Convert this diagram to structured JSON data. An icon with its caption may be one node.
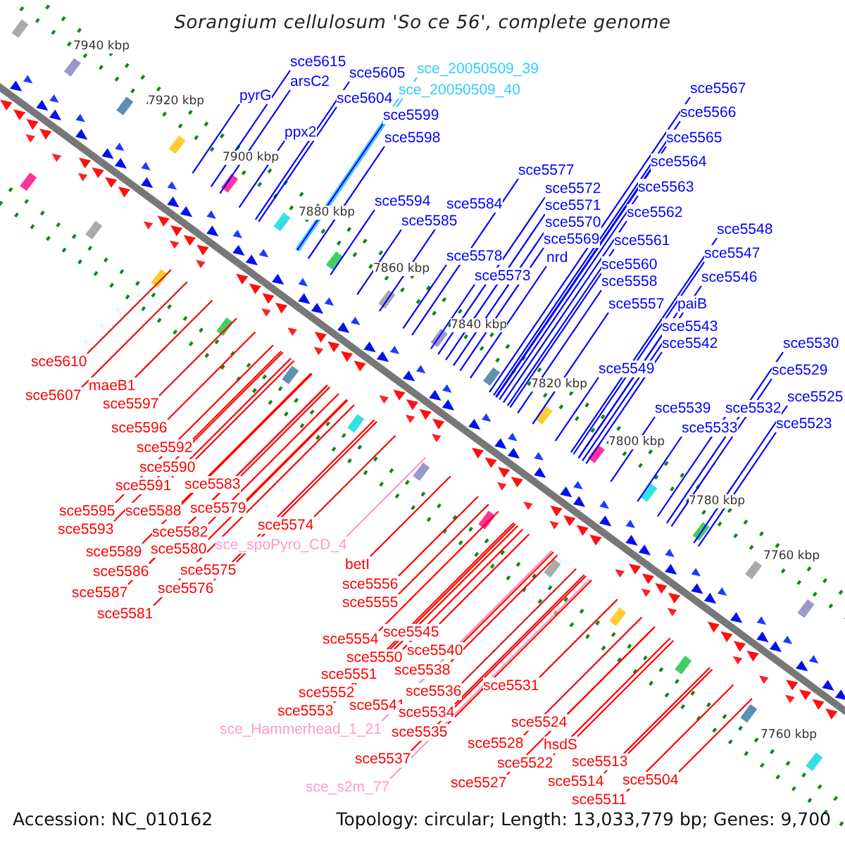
{
  "diagram": {
    "title": "Sorangium cellulosum 'So ce 56', complete genome",
    "nodes": [
      {
        "text": [
          "sce5615"
        ]
      },
      {
        "text": [
          "arsC2"
        ]
      },
      {
        "text": [
          "pyrG"
        ]
      },
      {
        "text": [
          "sce5605"
        ]
      },
      {
        "text": [
          "sce5604"
        ]
      },
      {
        "text": [
          "ppx2"
        ]
      },
      {
        "text": [
          "sce_20050509_39"
        ]
      },
      {
        "text": [
          "sce_20050509_40"
        ]
      },
      {
        "text": [
          "sce5599"
        ]
      },
      {
        "text": [
          "sce5598"
        ]
      },
      {
        "text": [
          "sce5594"
        ]
      },
      {
        "text": [
          "sce5585"
        ]
      },
      {
        "text": [
          "sce5584"
        ]
      },
      {
        "text": [
          "sce5577"
        ]
      },
      {
        "text": [
          "sce5572"
        ]
      },
      {
        "text": [
          "sce5571"
        ]
      },
      {
        "text": [
          "sce5570"
        ]
      },
      {
        "text": [
          "sce5569"
        ]
      },
      {
        "text": [
          "nrd"
        ]
      },
      {
        "text": [
          "sce5578"
        ]
      },
      {
        "text": [
          "sce5573"
        ]
      },
      {
        "text": [
          "sce5567"
        ]
      },
      {
        "text": [
          "sce5566"
        ]
      },
      {
        "text": [
          "sce5565"
        ]
      },
      {
        "text": [
          "sce5564"
        ]
      },
      {
        "text": [
          "sce5563"
        ]
      },
      {
        "text": [
          "sce5562"
        ]
      },
      {
        "text": [
          "sce5561"
        ]
      },
      {
        "text": [
          "sce5560"
        ]
      },
      {
        "text": [
          "sce5558"
        ]
      },
      {
        "text": [
          "sce5557"
        ]
      },
      {
        "text": [
          "paiB"
        ]
      },
      {
        "text": [
          "sce5548"
        ]
      },
      {
        "text": [
          "sce5547"
        ]
      },
      {
        "text": [
          "sce5546"
        ]
      },
      {
        "text": [
          "sce5543"
        ]
      },
      {
        "text": [
          "sce5542"
        ]
      },
      {
        "text": [
          "sce5549"
        ]
      },
      {
        "text": [
          "sce5539"
        ]
      },
      {
        "text": [
          "sce5532"
        ]
      },
      {
        "text": [
          "sce5533"
        ]
      },
      {
        "text": [
          "sce5530"
        ]
      },
      {
        "text": [
          "sce5529"
        ]
      },
      {
        "text": [
          "sce5525"
        ]
      },
      {
        "text": [
          "sce5523"
        ]
      },
      {
        "text": [
          "sce5610"
        ]
      },
      {
        "text": [
          "sce5607"
        ]
      },
      {
        "text": [
          "maeB1"
        ]
      },
      {
        "text": [
          "sce5597"
        ]
      },
      {
        "text": [
          "sce5596"
        ]
      },
      {
        "text": [
          "sce5592"
        ]
      },
      {
        "text": [
          "sce5590"
        ]
      },
      {
        "text": [
          "sce5591"
        ]
      },
      {
        "text": [
          "sce5583"
        ]
      },
      {
        "text": [
          "sce5595"
        ]
      },
      {
        "text": [
          "sce5588"
        ]
      },
      {
        "text": [
          "sce5579"
        ]
      },
      {
        "text": [
          "sce5593"
        ]
      },
      {
        "text": [
          "sce5582"
        ]
      },
      {
        "text": [
          "sce5574"
        ]
      },
      {
        "text": [
          "sce_spoPyro_CD_4"
        ]
      },
      {
        "text": [
          "sce5589"
        ]
      },
      {
        "text": [
          "sce5580"
        ]
      },
      {
        "text": [
          "betI"
        ]
      },
      {
        "text": [
          "sce5586"
        ]
      },
      {
        "text": [
          "sce5575"
        ]
      },
      {
        "text": [
          "sce5587"
        ]
      },
      {
        "text": [
          "sce5576"
        ]
      },
      {
        "text": [
          "sce5581"
        ]
      },
      {
        "text": [
          "sce5556"
        ]
      },
      {
        "text": [
          "sce5555"
        ]
      },
      {
        "text": [
          "sce5545"
        ]
      },
      {
        "text": [
          "sce5554"
        ]
      },
      {
        "text": [
          "sce5540"
        ]
      },
      {
        "text": [
          "sce5550"
        ]
      },
      {
        "text": [
          "sce5538"
        ]
      },
      {
        "text": [
          "sce5551"
        ]
      },
      {
        "text": [
          "sce5536"
        ]
      },
      {
        "text": [
          "sce5531"
        ]
      },
      {
        "text": [
          "sce5552"
        ]
      },
      {
        "text": [
          "sce5541"
        ]
      },
      {
        "text": [
          "sce5534"
        ]
      },
      {
        "text": [
          "sce5553"
        ]
      },
      {
        "text": [
          "sce5535"
        ]
      },
      {
        "text": [
          "sce5524"
        ]
      },
      {
        "text": [
          "sce_Hammerhead_1_21"
        ]
      },
      {
        "text": [
          "sce5528"
        ]
      },
      {
        "text": [
          "hsdS"
        ]
      },
      {
        "text": [
          "sce5537"
        ]
      },
      {
        "text": [
          "sce5522"
        ]
      },
      {
        "text": [
          "sce5513"
        ]
      },
      {
        "text": [
          "sce5527"
        ]
      },
      {
        "text": [
          "sce5514"
        ]
      },
      {
        "text": [
          "sce5504"
        ]
      },
      {
        "text": [
          "sce_s2m_77"
        ]
      },
      {
        "text": [
          "sce5511"
        ]
      }
    ],
    "edges": [
      {
        "from": 0,
        "to": null,
        "arrow": "none",
        "color": "#0000ff"
      },
      {
        "from": 1,
        "to": null,
        "arrow": "none",
        "color": "#0000ff"
      },
      {
        "from": 2,
        "to": null,
        "arrow": "none",
        "color": "#0000ff"
      },
      {
        "from": 3,
        "to": null,
        "arrow": "none",
        "color": "#0000ff"
      },
      {
        "from": 4,
        "to": null,
        "arrow": "none",
        "color": "#0000ff"
      },
      {
        "from": 5,
        "to": null,
        "arrow": "none",
        "color": "#0000ff"
      },
      {
        "from": 6,
        "to": null,
        "arrow": "none",
        "color": "#33ccff"
      },
      {
        "from": 7,
        "to": null,
        "arrow": "none",
        "color": "#33ccff"
      },
      {
        "from": 8,
        "to": null,
        "arrow": "none",
        "color": "#0000ff"
      },
      {
        "from": 9,
        "to": null,
        "arrow": "none",
        "color": "#0000ff"
      },
      {
        "from": 10,
        "to": null,
        "arrow": "none",
        "color": "#0000ff"
      },
      {
        "from": 11,
        "to": null,
        "arrow": "none",
        "color": "#0000ff"
      },
      {
        "from": 12,
        "to": null,
        "arrow": "none",
        "color": "#0000ff"
      },
      {
        "from": 13,
        "to": null,
        "arrow": "none",
        "color": "#0000ff"
      },
      {
        "from": 14,
        "to": null,
        "arrow": "none",
        "color": "#0000ff"
      },
      {
        "from": 15,
        "to": null,
        "arrow": "none",
        "color": "#0000ff"
      },
      {
        "from": 16,
        "to": null,
        "arrow": "none",
        "color": "#0000ff"
      },
      {
        "from": 17,
        "to": null,
        "arrow": "none",
        "color": "#0000ff"
      },
      {
        "from": 18,
        "to": null,
        "arrow": "none",
        "color": "#0000ff"
      },
      {
        "from": 19,
        "to": null,
        "arrow": "none",
        "color": "#0000ff"
      },
      {
        "from": 20,
        "to": null,
        "arrow": "none",
        "color": "#0000ff"
      },
      {
        "from": 21,
        "to": null,
        "arrow": "none",
        "color": "#0000ff"
      },
      {
        "from": 22,
        "to": null,
        "arrow": "none",
        "color": "#0000ff"
      },
      {
        "from": 23,
        "to": null,
        "arrow": "none",
        "color": "#0000ff"
      },
      {
        "from": 24,
        "to": null,
        "arrow": "none",
        "color": "#0000ff"
      },
      {
        "from": 25,
        "to": null,
        "arrow": "none",
        "color": "#0000ff"
      },
      {
        "from": 26,
        "to": null,
        "arrow": "none",
        "color": "#0000ff"
      },
      {
        "from": 27,
        "to": null,
        "arrow": "none",
        "color": "#0000ff"
      },
      {
        "from": 28,
        "to": null,
        "arrow": "none",
        "color": "#0000ff"
      },
      {
        "from": 29,
        "to": null,
        "arrow": "none",
        "color": "#0000ff"
      },
      {
        "from": 30,
        "to": null,
        "arrow": "none",
        "color": "#0000ff"
      },
      {
        "from": 31,
        "to": null,
        "arrow": "none",
        "color": "#0000ff"
      },
      {
        "from": 32,
        "to": null,
        "arrow": "none",
        "color": "#0000ff"
      },
      {
        "from": 33,
        "to": null,
        "arrow": "none",
        "color": "#0000ff"
      },
      {
        "from": 34,
        "to": null,
        "arrow": "none",
        "color": "#0000ff"
      },
      {
        "from": 35,
        "to": null,
        "arrow": "none",
        "color": "#0000ff"
      },
      {
        "from": 36,
        "to": null,
        "arrow": "none",
        "color": "#0000ff"
      },
      {
        "from": 37,
        "to": null,
        "arrow": "none",
        "color": "#0000ff"
      },
      {
        "from": 38,
        "to": null,
        "arrow": "none",
        "color": "#0000ff"
      },
      {
        "from": 39,
        "to": null,
        "arrow": "none",
        "color": "#0000ff"
      },
      {
        "from": 40,
        "to": null,
        "arrow": "none",
        "color": "#0000ff"
      },
      {
        "from": 41,
        "to": null,
        "arrow": "none",
        "color": "#0000ff"
      },
      {
        "from": 42,
        "to": null,
        "arrow": "none",
        "color": "#0000ff"
      },
      {
        "from": 43,
        "to": null,
        "arrow": "none",
        "color": "#0000ff"
      },
      {
        "from": 44,
        "to": null,
        "arrow": "none",
        "color": "#0000ff"
      },
      {
        "from": 45,
        "to": null,
        "arrow": "none"
      },
      {
        "from": 46,
        "to": null,
        "arrow": "none"
      },
      {
        "from": 47,
        "to": null,
        "arrow": "none"
      },
      {
        "from": 48,
        "to": null,
        "arrow": "none"
      },
      {
        "from": 49,
        "to": null,
        "arrow": "none"
      },
      {
        "from": 50,
        "to": null,
        "arrow": "none"
      },
      {
        "from": 51,
        "to": null,
        "arrow": "none"
      },
      {
        "from": 52,
        "to": null,
        "arrow": "none"
      },
      {
        "from": 53,
        "to": null,
        "arrow": "none"
      },
      {
        "from": 54,
        "to": null,
        "arrow": "none"
      },
      {
        "from": 55,
        "to": null,
        "arrow": "none"
      },
      {
        "from": 56,
        "to": null,
        "arrow": "none"
      },
      {
        "from": 57,
        "to": null,
        "arrow": "none"
      },
      {
        "from": 58,
        "to": null,
        "arrow": "none"
      },
      {
        "from": 59,
        "to": null,
        "arrow": "none"
      },
      {
        "from": 60,
        "to": null,
        "arrow": "none",
        "color": "#ff99cc"
      },
      {
        "from": 61,
        "to": null,
        "arrow": "none"
      },
      {
        "from": 62,
        "to": null,
        "arrow": "none"
      },
      {
        "from": 63,
        "to": null,
        "arrow": "none"
      },
      {
        "from": 64,
        "to": null,
        "arrow": "none"
      },
      {
        "from": 65,
        "to": null,
        "arrow": "none"
      },
      {
        "from": 66,
        "to": null,
        "arrow": "none"
      },
      {
        "from": 67,
        "to": null,
        "arrow": "none"
      },
      {
        "from": 68,
        "to": null,
        "arrow": "none"
      },
      {
        "from": 69,
        "to": null,
        "arrow": "none"
      },
      {
        "from": 70,
        "to": null,
        "arrow": "none"
      },
      {
        "from": 71,
        "to": null,
        "arrow": "none"
      },
      {
        "from": 72,
        "to": null,
        "arrow": "none"
      },
      {
        "from": 73,
        "to": null,
        "arrow": "none"
      },
      {
        "from": 74,
        "to": null,
        "arrow": "none"
      },
      {
        "from": 75,
        "to": null,
        "arrow": "none"
      },
      {
        "from": 76,
        "to": null,
        "arrow": "none"
      },
      {
        "from": 77,
        "to": null,
        "arrow": "none"
      },
      {
        "from": 78,
        "to": null,
        "arrow": "none"
      },
      {
        "from": 79,
        "to": null,
        "arrow": "none"
      },
      {
        "from": 80,
        "to": null,
        "arrow": "none"
      },
      {
        "from": 81,
        "to": null,
        "arrow": "none"
      },
      {
        "from": 82,
        "to": null,
        "arrow": "none"
      },
      {
        "from": 83,
        "to": null,
        "arrow": "none"
      },
      {
        "from": 84,
        "to": null,
        "arrow": "none"
      },
      {
        "from": 85,
        "to": null,
        "arrow": "none",
        "color": "#ff99cc"
      },
      {
        "from": 86,
        "to": null,
        "arrow": "none"
      },
      {
        "from": 87,
        "to": null,
        "arrow": "none"
      },
      {
        "from": 88,
        "to": null,
        "arrow": "none"
      },
      {
        "from": 89,
        "to": null,
        "arrow": "none"
      },
      {
        "from": 90,
        "to": null,
        "arrow": "none"
      },
      {
        "from": 91,
        "to": null,
        "arrow": "none"
      },
      {
        "from": 92,
        "to": null,
        "arrow": "none"
      },
      {
        "from": 93,
        "to": null,
        "arrow": "none"
      },
      {
        "from": 94,
        "to": null,
        "arrow": "none",
        "color": "#ff99cc"
      },
      {
        "from": 95,
        "to": null,
        "arrow": "none"
      }
    ],
    "labels": [
      "7940 kbp",
      "7920 kbp",
      "7900 kbp",
      "7880 kbp",
      "7860 kbp",
      "7840 kbp",
      "7820 kbp",
      "7800 kbp",
      "7780 kbp",
      "7760 kbp",
      "7760 kbp",
      "Accession: NC_010162",
      "Topology: circular; Length: 13,033,779 bp; Genes: 9,700"
    ]
  }
}
